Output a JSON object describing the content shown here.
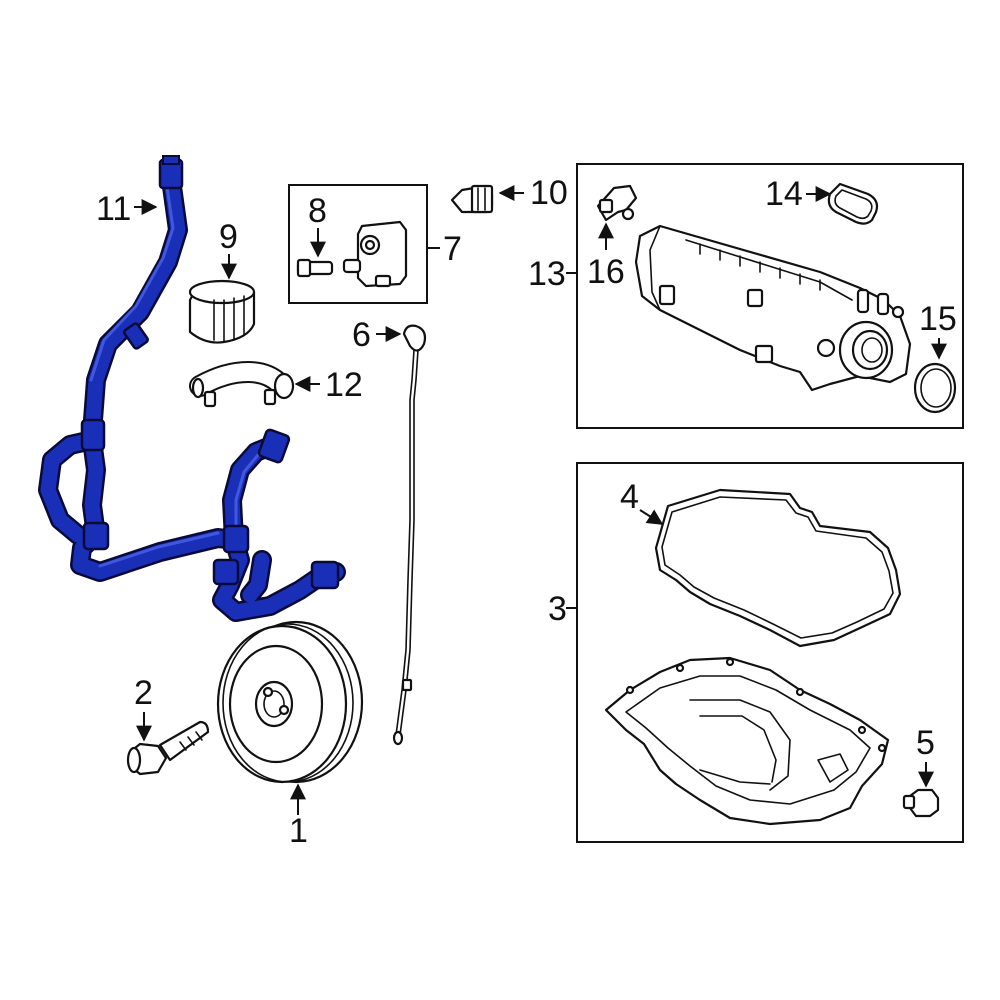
{
  "diagram": {
    "highlight_color": "#1a2fb8",
    "callouts": {
      "c1": "1",
      "c2": "2",
      "c3": "3",
      "c4": "4",
      "c5": "5",
      "c6": "6",
      "c7": "7",
      "c8": "8",
      "c9": "9",
      "c10": "10",
      "c11": "11",
      "c12": "12",
      "c13": "13",
      "c14": "14",
      "c15": "15",
      "c16": "16"
    }
  }
}
